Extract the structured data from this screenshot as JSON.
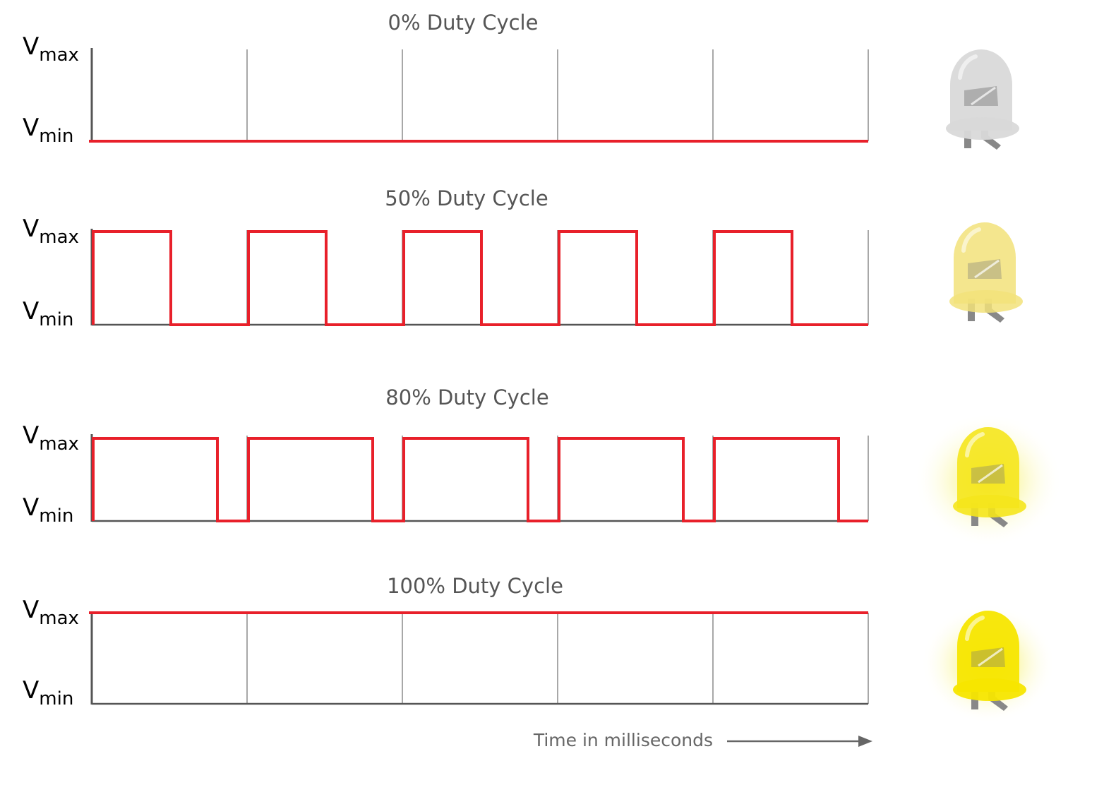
{
  "chart_data": [
    {
      "type": "line",
      "title": "0% Duty Cycle",
      "duty_cycle": 0,
      "y_labels": {
        "max_main": "V",
        "max_sub": "max",
        "min_main": "V",
        "min_sub": "min"
      },
      "periods": 5,
      "led_state": "off"
    },
    {
      "type": "line",
      "title": "50% Duty Cycle",
      "duty_cycle": 0.5,
      "y_labels": {
        "max_main": "V",
        "max_sub": "max",
        "min_main": "V",
        "min_sub": "min"
      },
      "periods": 5,
      "led_state": "dim"
    },
    {
      "type": "line",
      "title": "80% Duty Cycle",
      "duty_cycle": 0.8,
      "y_labels": {
        "max_main": "V",
        "max_sub": "max",
        "min_main": "V",
        "min_sub": "min"
      },
      "periods": 5,
      "led_state": "bright"
    },
    {
      "type": "line",
      "title": "100% Duty Cycle",
      "duty_cycle": 1,
      "y_labels": {
        "max_main": "V",
        "max_sub": "max",
        "min_main": "V",
        "min_sub": "min"
      },
      "periods": 5,
      "led_state": "full"
    }
  ],
  "time_axis": {
    "label": "Time in milliseconds"
  },
  "colors": {
    "signal": "#e8202a",
    "axis": "#555555",
    "grid": "#a8a8a8",
    "led_off": "#d9d9d9",
    "led_dim": "#f2e27a",
    "led_bright": "#f5e61c",
    "led_full": "#f7e600",
    "led_legs": "#888888",
    "glow": "#f6f000"
  },
  "icons": [
    "led-bulb-icon",
    "arrow-right-icon"
  ]
}
